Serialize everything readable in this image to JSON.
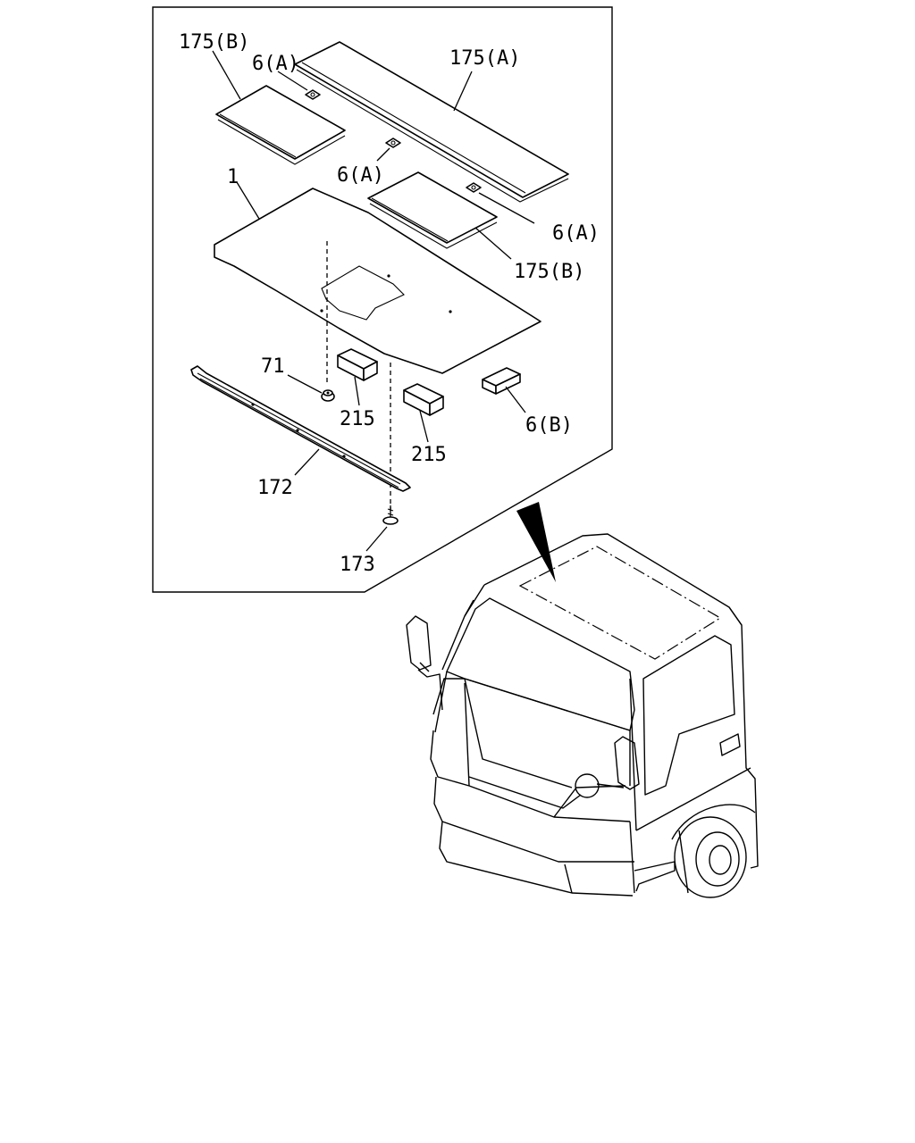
{
  "callouts": {
    "c175b_top": "175(B)",
    "c6a_top": "6(A)",
    "c175a": "175(A)",
    "c6a_mid": "6(A)",
    "c1": "1",
    "c6a_right": "6(A)",
    "c175b_right": "175(B)",
    "c71": "71",
    "c215_left": "215",
    "c215_right": "215",
    "c6b": "6(B)",
    "c172": "172",
    "c173": "173"
  }
}
